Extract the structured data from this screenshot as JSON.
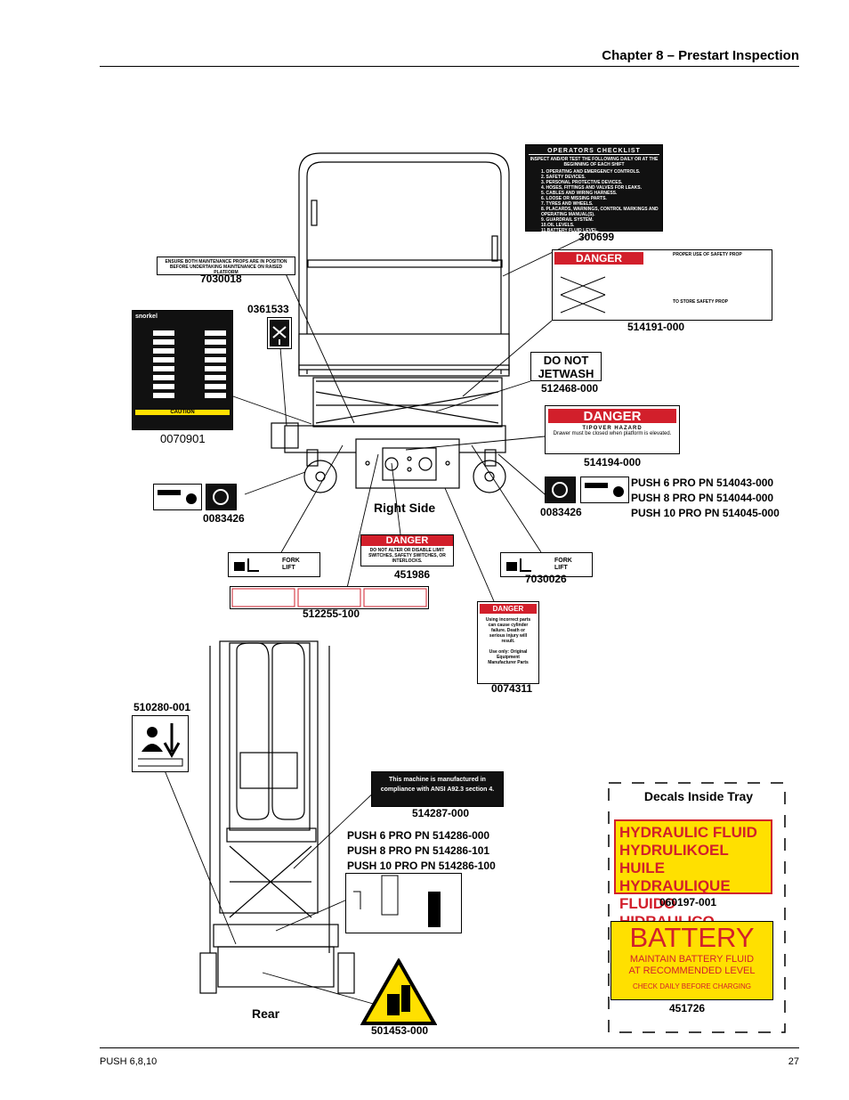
{
  "header": {
    "chapter_title": "Chapter 8 – Prestart Inspection"
  },
  "footer": {
    "model": "PUSH 6,8,10",
    "page": "27"
  },
  "views": {
    "right_side": "Right Side",
    "rear": "Rear",
    "tray": "Decals Inside Tray"
  },
  "decals": {
    "operators_checklist": {
      "pn": "300699",
      "title": "OPERATORS CHECKLIST",
      "subtitle": "INSPECT AND/OR TEST THE FOLLOWING DAILY OR AT THE BEGINNING OF EACH SHIFT",
      "items": [
        "1. OPERATING AND EMERGENCY CONTROLS.",
        "2. SAFETY DEVICES.",
        "3. PERSONAL PROTECTIVE DEVICES.",
        "4. HOSES, FITTINGS AND VALVES FOR LEAKS.",
        "5. CABLES AND WIRING HARNESS.",
        "6. LOOSE OR MISSING PARTS.",
        "7. TYRES AND WHEELS.",
        "8. PLACARDS, WARNINGS, CONTROL MARKINGS AND OPERATING MANUAL(S).",
        "9. GUARDRAIL SYSTEM.",
        "10.OIL LEVELS.",
        "11.BATTERY FLUID LEVEL."
      ]
    },
    "maintenance_props": {
      "pn": "7030018",
      "text": "ENSURE BOTH MAINTENANCE PROPS ARE IN POSITION BEFORE UNDERTAKING MAINTENANCE ON RAISED PLATFORM"
    },
    "prop_icon": {
      "pn": "0361533"
    },
    "serial_plate": {
      "pn": "0070901",
      "brand": "snorkel",
      "caution": "CAUTION"
    },
    "safety_prop": {
      "pn": "514191-000",
      "danger": "DANGER",
      "title": "PROPER USE OF SAFETY PROP",
      "stored": "TO STORE SAFETY PROP"
    },
    "jetwash": {
      "pn": "512468-000",
      "line1": "DO NOT",
      "line2": "JETWASH"
    },
    "tipover": {
      "pn": "514194-000",
      "danger": "DANGER",
      "title": "TIPOVER HAZARD",
      "text": "Drawer must be closed when platform is elevated."
    },
    "wheel_load_left": {
      "pn": "0083426"
    },
    "wheel_load_right": {
      "pn": "0083426"
    },
    "wheel_load_pns": [
      "PUSH 6 PRO PN 514043-000",
      "PUSH 8 PRO PN 514044-000",
      "PUSH 10 PRO PN 514045-000"
    ],
    "fork_lift": {
      "pn": "7030026",
      "text": "FORK LIFT"
    },
    "limit_switch": {
      "pn": "451986",
      "danger": "DANGER",
      "text": "DO NOT ALTER OR DISABLE LIMIT SWITCHES, SAFETY SWITCHES, OR INTERLOCKS."
    },
    "ratings": {
      "pn": "512255-100"
    },
    "parts": {
      "pn": "0074311",
      "danger": "DANGER",
      "text1": "Using incorrect parts can cause cylinder failure. Death or serious injury will result.",
      "text2": "Use only: Original Equipment Manufacturer Parts"
    },
    "crush": {
      "pn": "510280-001"
    },
    "ansi": {
      "pn": "514287-000",
      "text": "This machine is manufactured in compliance with ANSI A92.3 section 4."
    },
    "capacity_pns": [
      "PUSH 6 PRO PN 514286-000",
      "PUSH 8 PRO PN 514286-101",
      "PUSH 10 PRO PN 514286-100"
    ],
    "foot_crush": {
      "pn": "501453-000"
    },
    "hydraulic": {
      "pn": "060197-001",
      "lines": [
        "HYDRAULIC FLUID",
        "HYDRULIKOEL",
        "HUILE HYDRAULIQUE",
        "FLUIDO HIDRAULICO"
      ]
    },
    "battery": {
      "pn": "451726",
      "title": "BATTERY",
      "line1": "MAINTAIN BATTERY FLUID",
      "line2": "AT RECOMMENDED LEVEL",
      "line3": "CHECK DAILY BEFORE CHARGING"
    }
  }
}
